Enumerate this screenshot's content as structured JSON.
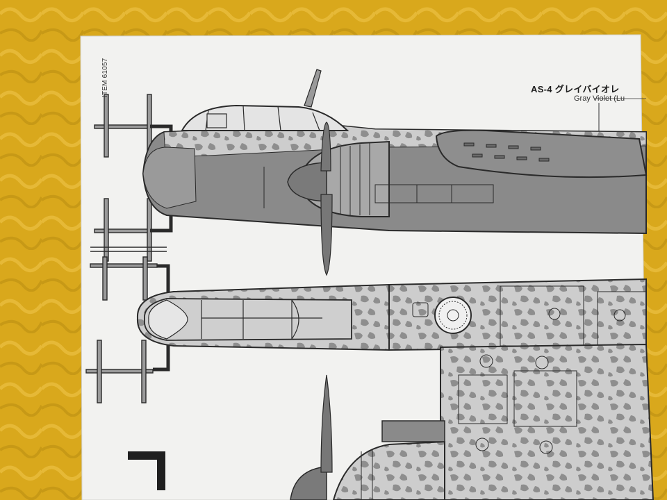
{
  "sheet": {
    "item_number": "ITEM 61057",
    "color_callout": {
      "code": "AS-4 グレイバイオレ",
      "name": "Gray Violet (Lu"
    }
  },
  "colors": {
    "tablecloth": "#d9a81c",
    "paper": "#f2f2f0",
    "panel_dark": "#7d7d7d",
    "panel_light": "#cdcdcd",
    "camo_blotch": "#9a9a9a",
    "outline": "#2a2a2a"
  }
}
